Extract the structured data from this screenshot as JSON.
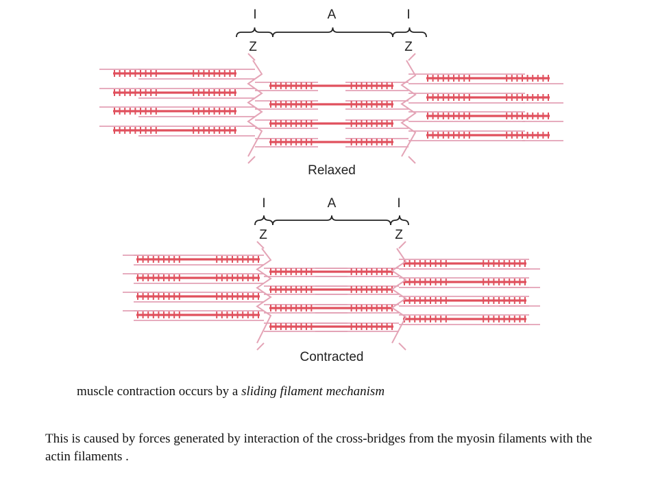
{
  "colors": {
    "thick": "#e0505d",
    "thin": "#e2a0b4",
    "zline": "#e4a4b6",
    "text": "#222222"
  },
  "panels": {
    "relaxed": {
      "label_I_left": "I",
      "label_A": "A",
      "label_I_right": "I",
      "label_Z_left": "Z",
      "label_Z_right": "Z",
      "caption": "Relaxed"
    },
    "contracted": {
      "label_I_left": "I",
      "label_A": "A",
      "label_I_right": "I",
      "label_Z_left": "Z",
      "label_Z_right": "Z",
      "caption": "Contracted"
    }
  },
  "text": {
    "line1_prefix": "muscle contraction occurs by a ",
    "line1_italic": "sliding filament mechanism",
    "line2": "This is caused by forces generated by interaction of the cross-bridges from the myosin filaments with the actin filaments ."
  }
}
